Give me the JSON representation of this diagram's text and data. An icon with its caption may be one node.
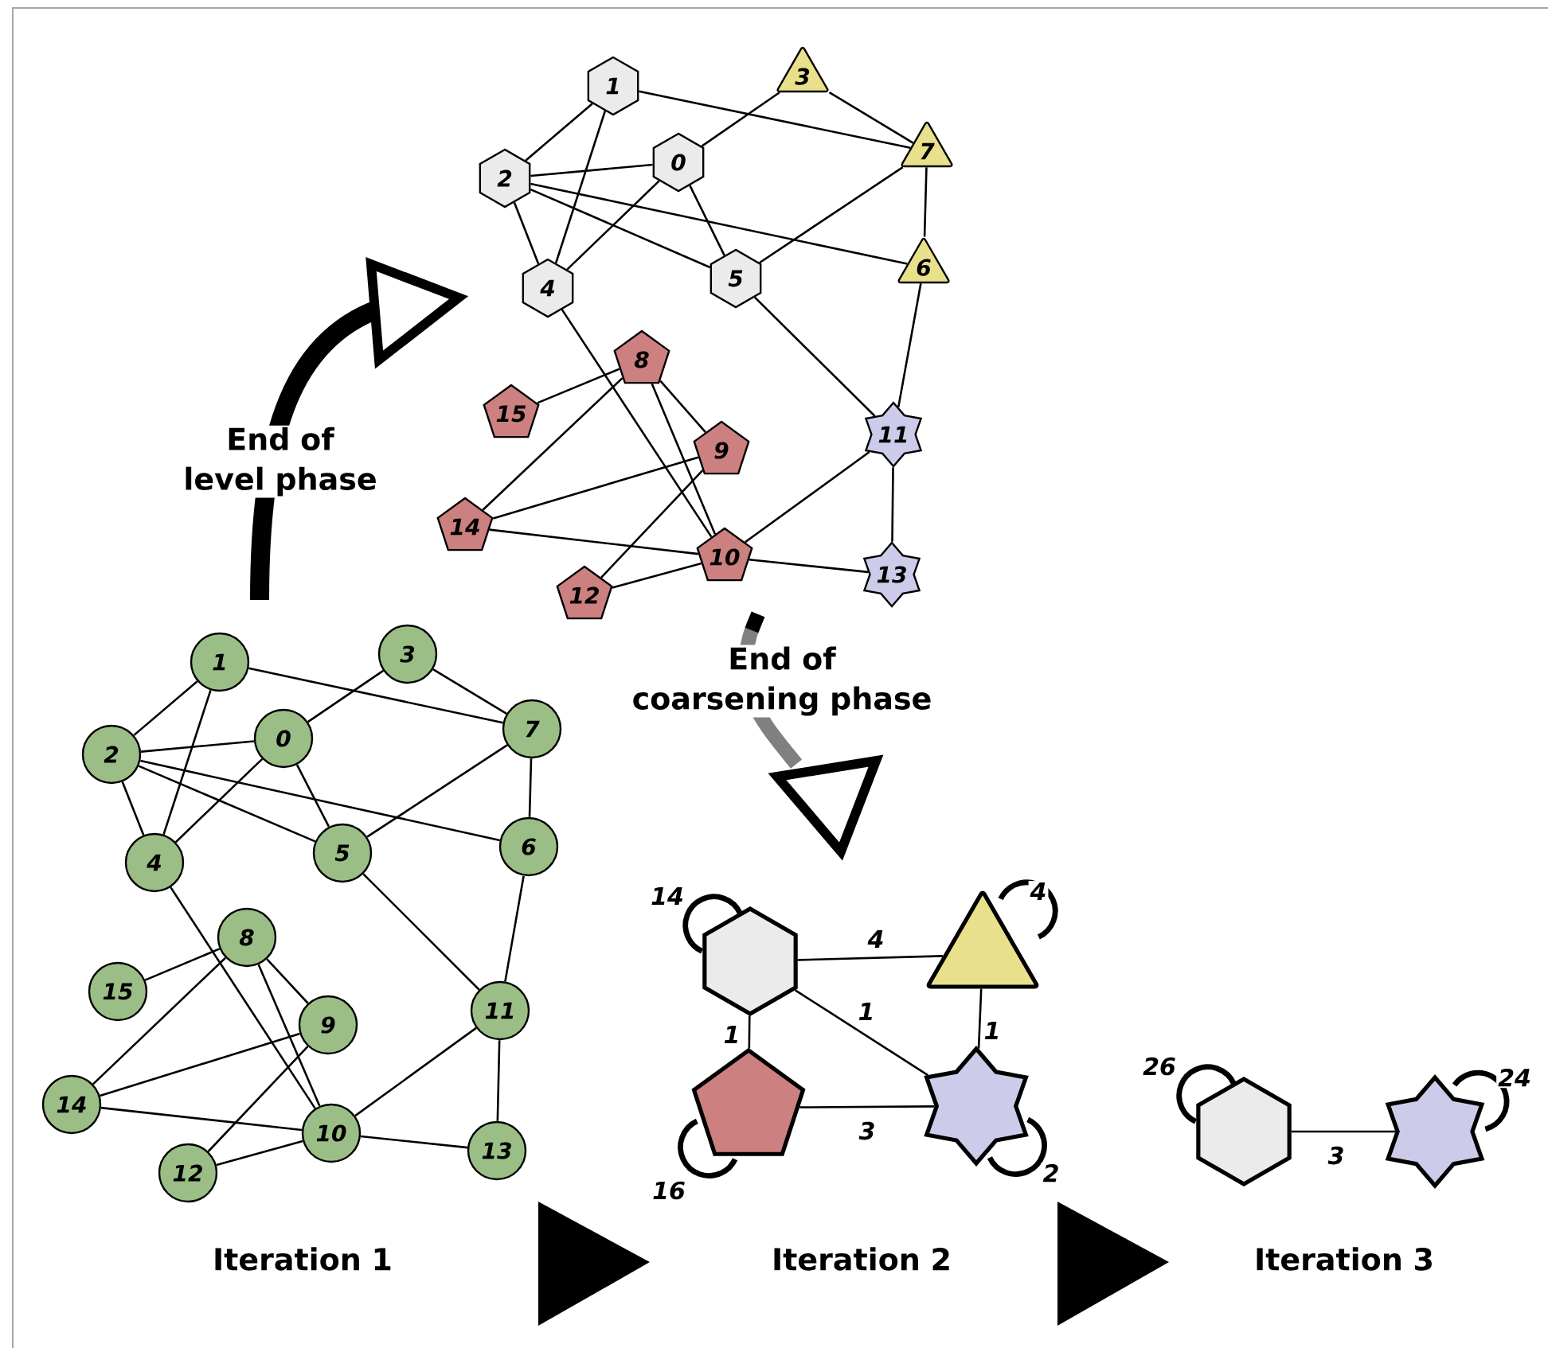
{
  "diagram": {
    "nodes": [
      {
        "text": [
          "0"
        ]
      },
      {
        "text": [
          "1"
        ]
      },
      {
        "text": [
          "2"
        ]
      },
      {
        "text": [
          "3"
        ]
      },
      {
        "text": [
          "4"
        ]
      },
      {
        "text": [
          "5"
        ]
      },
      {
        "text": [
          "6"
        ]
      },
      {
        "text": [
          "7"
        ]
      },
      {
        "text": [
          "8"
        ]
      },
      {
        "text": [
          "9"
        ]
      },
      {
        "text": [
          "10"
        ]
      },
      {
        "text": [
          "11"
        ]
      },
      {
        "text": [
          "12"
        ]
      },
      {
        "text": [
          "13"
        ]
      },
      {
        "text": [
          "14"
        ]
      },
      {
        "text": [
          "15"
        ]
      },
      {
        "text": [
          "0"
        ]
      },
      {
        "text": [
          "1"
        ]
      },
      {
        "text": [
          "2"
        ]
      },
      {
        "text": [
          "3"
        ]
      },
      {
        "text": [
          "4"
        ]
      },
      {
        "text": [
          "5"
        ]
      },
      {
        "text": [
          "6"
        ]
      },
      {
        "text": [
          "7"
        ]
      },
      {
        "text": [
          "8"
        ]
      },
      {
        "text": [
          "9"
        ]
      },
      {
        "text": [
          "10"
        ]
      },
      {
        "text": [
          "11"
        ]
      },
      {
        "text": [
          "12"
        ]
      },
      {
        "text": [
          "13"
        ]
      },
      {
        "text": [
          "14"
        ]
      },
      {
        "text": [
          "15"
        ]
      },
      {
        "text": [],
        "shape": "hexagon"
      },
      {
        "text": [],
        "shape": "triangle"
      },
      {
        "text": [],
        "shape": "pentagon"
      },
      {
        "text": [],
        "shape": "star"
      },
      {
        "text": [],
        "shape": "hexagon"
      },
      {
        "text": [],
        "shape": "star"
      }
    ],
    "edges": [
      {
        "from": 1,
        "to": 2,
        "arrow": "none"
      },
      {
        "from": 1,
        "to": 4,
        "arrow": "none"
      },
      {
        "from": 1,
        "to": 7,
        "arrow": "none"
      },
      {
        "from": 2,
        "to": 0,
        "arrow": "none"
      },
      {
        "from": 2,
        "to": 4,
        "arrow": "none"
      },
      {
        "from": 2,
        "to": 5,
        "arrow": "none"
      },
      {
        "from": 2,
        "to": 6,
        "arrow": "none"
      },
      {
        "from": 0,
        "to": 3,
        "arrow": "none"
      },
      {
        "from": 0,
        "to": 4,
        "arrow": "none"
      },
      {
        "from": 0,
        "to": 5,
        "arrow": "none"
      },
      {
        "from": 3,
        "to": 7,
        "arrow": "none"
      },
      {
        "from": 7,
        "to": 5,
        "arrow": "none"
      },
      {
        "from": 7,
        "to": 6,
        "arrow": "none"
      },
      {
        "from": 6,
        "to": 11,
        "arrow": "none"
      },
      {
        "from": 5,
        "to": 11,
        "arrow": "none"
      },
      {
        "from": 4,
        "to": 10,
        "arrow": "none"
      },
      {
        "from": 8,
        "to": 15,
        "arrow": "none"
      },
      {
        "from": 8,
        "to": 14,
        "arrow": "none"
      },
      {
        "from": 8,
        "to": 9,
        "arrow": "none"
      },
      {
        "from": 8,
        "to": 10,
        "arrow": "none"
      },
      {
        "from": 9,
        "to": 14,
        "arrow": "none"
      },
      {
        "from": 9,
        "to": 12,
        "arrow": "none"
      },
      {
        "from": 14,
        "to": 10,
        "arrow": "none"
      },
      {
        "from": 12,
        "to": 10,
        "arrow": "none"
      },
      {
        "from": 10,
        "to": 11,
        "arrow": "none"
      },
      {
        "from": 10,
        "to": 13,
        "arrow": "none"
      },
      {
        "from": 11,
        "to": 13,
        "arrow": "none"
      },
      {
        "from": 17,
        "to": 18,
        "arrow": "none"
      },
      {
        "from": 17,
        "to": 20,
        "arrow": "none"
      },
      {
        "from": 17,
        "to": 23,
        "arrow": "none"
      },
      {
        "from": 18,
        "to": 16,
        "arrow": "none"
      },
      {
        "from": 18,
        "to": 20,
        "arrow": "none"
      },
      {
        "from": 18,
        "to": 21,
        "arrow": "none"
      },
      {
        "from": 18,
        "to": 22,
        "arrow": "none"
      },
      {
        "from": 16,
        "to": 19,
        "arrow": "none"
      },
      {
        "from": 16,
        "to": 20,
        "arrow": "none"
      },
      {
        "from": 16,
        "to": 21,
        "arrow": "none"
      },
      {
        "from": 19,
        "to": 23,
        "arrow": "none"
      },
      {
        "from": 23,
        "to": 21,
        "arrow": "none"
      },
      {
        "from": 23,
        "to": 22,
        "arrow": "none"
      },
      {
        "from": 22,
        "to": 27,
        "arrow": "none"
      },
      {
        "from": 21,
        "to": 27,
        "arrow": "none"
      },
      {
        "from": 20,
        "to": 26,
        "arrow": "none"
      },
      {
        "from": 24,
        "to": 31,
        "arrow": "none"
      },
      {
        "from": 24,
        "to": 30,
        "arrow": "none"
      },
      {
        "from": 24,
        "to": 25,
        "arrow": "none"
      },
      {
        "from": 24,
        "to": 26,
        "arrow": "none"
      },
      {
        "from": 25,
        "to": 30,
        "arrow": "none"
      },
      {
        "from": 25,
        "to": 28,
        "arrow": "none"
      },
      {
        "from": 30,
        "to": 26,
        "arrow": "none"
      },
      {
        "from": 28,
        "to": 26,
        "arrow": "none"
      },
      {
        "from": 26,
        "to": 27,
        "arrow": "none"
      },
      {
        "from": 26,
        "to": 29,
        "arrow": "none"
      },
      {
        "from": 27,
        "to": 29,
        "arrow": "none"
      },
      {
        "from": 32,
        "to": 32,
        "label": "14",
        "arrow": "none",
        "style": "thick"
      },
      {
        "from": 33,
        "to": 33,
        "label": "4",
        "arrow": "none",
        "style": "thick"
      },
      {
        "from": 34,
        "to": 34,
        "label": "16",
        "arrow": "none",
        "style": "thick"
      },
      {
        "from": 35,
        "to": 35,
        "label": "2",
        "arrow": "none",
        "style": "thick"
      },
      {
        "from": 32,
        "to": 33,
        "label": "4",
        "arrow": "none"
      },
      {
        "from": 32,
        "to": 35,
        "label": "1",
        "arrow": "none"
      },
      {
        "from": 32,
        "to": 34,
        "label": "1",
        "arrow": "none"
      },
      {
        "from": 33,
        "to": 35,
        "label": "1",
        "arrow": "none"
      },
      {
        "from": 34,
        "to": 35,
        "label": "3",
        "arrow": "none"
      },
      {
        "from": 36,
        "to": 36,
        "label": "26",
        "arrow": "none",
        "style": "thick"
      },
      {
        "from": 37,
        "to": 37,
        "label": "24",
        "arrow": "none",
        "style": "thick"
      },
      {
        "from": 36,
        "to": 37,
        "label": "3",
        "arrow": "none"
      }
    ],
    "labels": [
      "End of level phase",
      "End of coarsening phase",
      "Iteration 1",
      "Iteration 2",
      "Iteration 3"
    ]
  }
}
